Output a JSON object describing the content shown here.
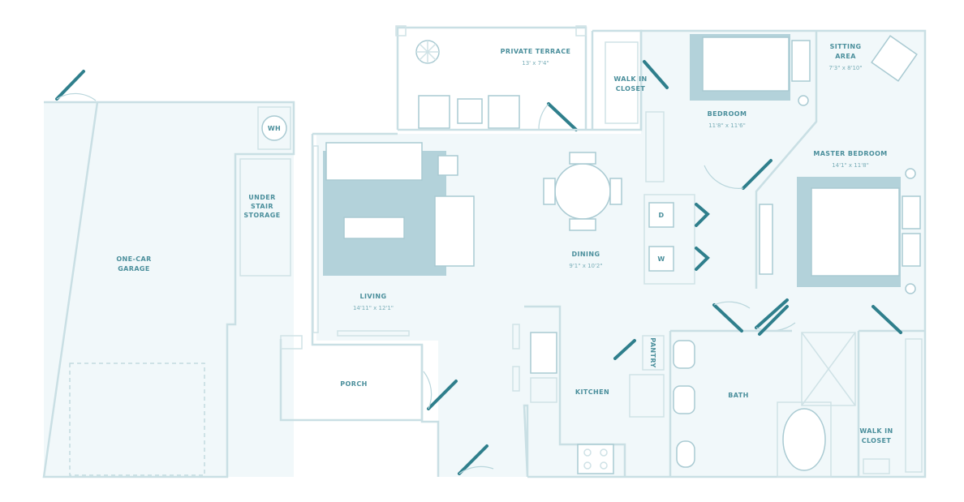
{
  "rooms": {
    "garage": {
      "line1": "ONE-CAR",
      "line2": "GARAGE"
    },
    "wh": "WH",
    "storage": {
      "line1": "UNDER",
      "line2": "STAIR",
      "line3": "STORAGE"
    },
    "terrace": {
      "name": "PRIVATE TERRACE",
      "dim": "13' x 7'4\""
    },
    "walkin1": {
      "line1": "WALK IN",
      "line2": "CLOSET"
    },
    "bedroom": {
      "name": "BEDROOM",
      "dim": "11'8\" x 11'6\""
    },
    "sitting": {
      "line1": "SITTING",
      "line2": "AREA",
      "dim": "7'3\" x 8'10\""
    },
    "master": {
      "name": "MASTER BEDROOM",
      "dim": "14'1\" x 11'8\""
    },
    "dining": {
      "name": "DINING",
      "dim": "9'1\" x 10'2\""
    },
    "living": {
      "name": "LIVING",
      "dim": "14'11\" x 12'1\""
    },
    "porch": "PORCH",
    "kitchen": "KITCHEN",
    "pantry": "PANTRY",
    "bath": "BATH",
    "walkin2": {
      "line1": "WALK IN",
      "line2": "CLOSET"
    },
    "dryer": "D",
    "washer": "W"
  },
  "colors": {
    "accent": "#2f7f8c",
    "wall": "#c9dfe4",
    "rug": "#7fb3bf",
    "label": "#4b8f9c"
  }
}
